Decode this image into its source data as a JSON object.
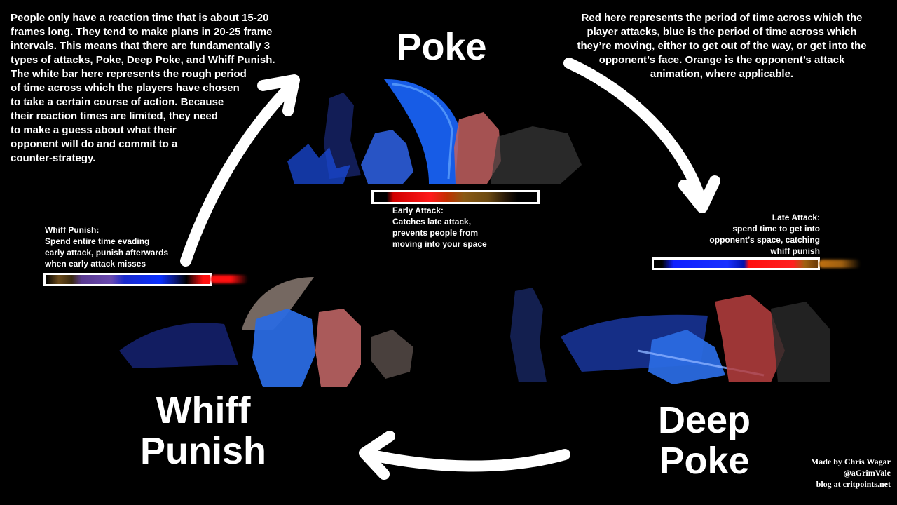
{
  "intro_text": "People only have a reaction time that is about 15-20\nframes long. They tend to make plans in 20-25 frame\nintervals. This means that there are fundamentally 3\ntypes of attacks, Poke, Deep Poke, and Whiff Punish.\nThe white bar here represents the rough period\nof time across which the players have chosen\nto take a certain course of action. Because\ntheir reaction times are limited, they need\nto make a guess about what their\nopponent will do and commit to a\ncounter-strategy.",
  "legend_text": "Red here represents the period of time across which the\nplayer attacks, blue is the period of time across which\nthey’re moving, either to get out of the way, or get into the\nopponent’s face. Orange is the opponent’s attack\nanimation, where applicable.",
  "nodes": {
    "poke": {
      "title": "Poke",
      "note": "Early Attack:\nCatches late attack,\nprevents people from\nmoving into your space"
    },
    "whiff_punish": {
      "title": "Whiff\nPunish",
      "note": "Whiff Punish:\nSpend entire time evading\nearly attack, punish afterwards\nwhen early attack misses"
    },
    "deep_poke": {
      "title": "Deep\nPoke",
      "note": "Late Attack:\nspend time to get into\nopponent’s space, catching\nwhiff punish"
    }
  },
  "credits": "Made by Chris Wagar\n@aGrimVale\nblog at critpoints.net",
  "colors": {
    "attack": "#ff1a1a",
    "movement": "#1a30ff",
    "opponent_attack": "#a06010",
    "timeline_border": "#ffffff",
    "background": "#000000"
  },
  "icons": [
    "cycle-arrow",
    "character-sprite"
  ]
}
